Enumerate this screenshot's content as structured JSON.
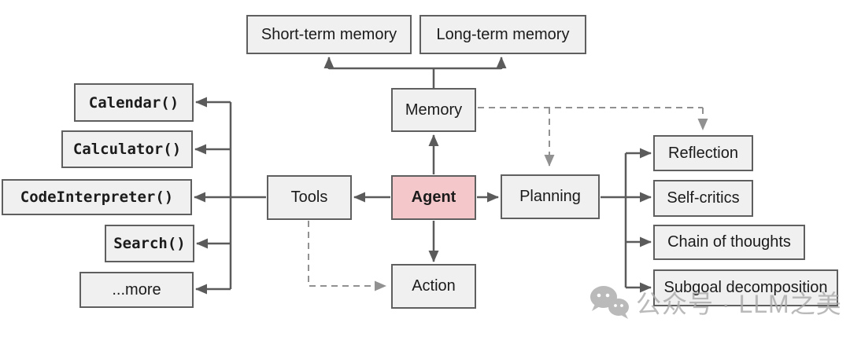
{
  "diagram": {
    "nodes": {
      "agent": {
        "label": "Agent"
      },
      "memory": {
        "label": "Memory"
      },
      "short_term_memory": {
        "label": "Short-term memory"
      },
      "long_term_memory": {
        "label": "Long-term memory"
      },
      "tools": {
        "label": "Tools"
      },
      "action": {
        "label": "Action"
      },
      "planning": {
        "label": "Planning"
      },
      "calendar": {
        "label": "Calendar()"
      },
      "calculator": {
        "label": "Calculator()"
      },
      "code_interpreter": {
        "label": "CodeInterpreter()"
      },
      "search": {
        "label": "Search()"
      },
      "more": {
        "label": "...more"
      },
      "reflection": {
        "label": "Reflection"
      },
      "self_critics": {
        "label": "Self-critics"
      },
      "chain_of_thoughts": {
        "label": "Chain of thoughts"
      },
      "subgoal_decomposition": {
        "label": "Subgoal decomposition"
      }
    },
    "edges": [
      {
        "from": "agent",
        "to": "memory",
        "style": "solid"
      },
      {
        "from": "memory",
        "to": "short_term_memory",
        "style": "solid"
      },
      {
        "from": "memory",
        "to": "long_term_memory",
        "style": "solid"
      },
      {
        "from": "agent",
        "to": "tools",
        "style": "solid"
      },
      {
        "from": "tools",
        "to": "calendar",
        "style": "solid"
      },
      {
        "from": "tools",
        "to": "calculator",
        "style": "solid"
      },
      {
        "from": "tools",
        "to": "code_interpreter",
        "style": "solid"
      },
      {
        "from": "tools",
        "to": "search",
        "style": "solid"
      },
      {
        "from": "tools",
        "to": "more",
        "style": "solid"
      },
      {
        "from": "agent",
        "to": "planning",
        "style": "solid"
      },
      {
        "from": "planning",
        "to": "reflection",
        "style": "solid"
      },
      {
        "from": "planning",
        "to": "self_critics",
        "style": "solid"
      },
      {
        "from": "planning",
        "to": "chain_of_thoughts",
        "style": "solid"
      },
      {
        "from": "planning",
        "to": "subgoal_decomposition",
        "style": "solid"
      },
      {
        "from": "agent",
        "to": "action",
        "style": "solid"
      },
      {
        "from": "memory",
        "to": "planning",
        "style": "dashed"
      },
      {
        "from": "memory",
        "to": "reflection",
        "style": "dashed"
      },
      {
        "from": "tools",
        "to": "action",
        "style": "dashed"
      }
    ],
    "colors": {
      "node_fill": "#f0f0f0",
      "agent_fill": "#f4c8ca",
      "node_border": "#5f5f5f",
      "solid_line": "#5b5b5b",
      "dashed_line": "#919191"
    }
  },
  "watermark": {
    "text": "公众号 · LLM之美",
    "icon": "wechat-icon"
  }
}
